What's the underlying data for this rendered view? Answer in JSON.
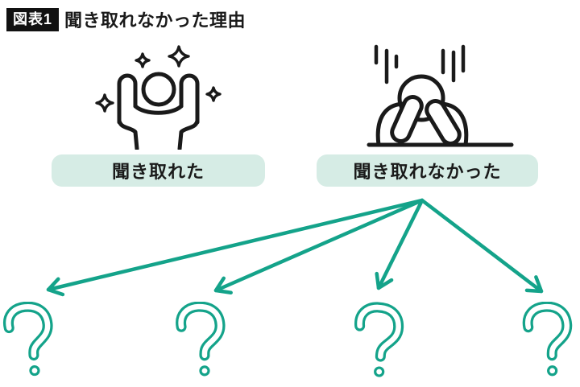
{
  "figure": {
    "badge_label": "図表1",
    "title": "聞き取れなかった理由"
  },
  "branches": {
    "heard": {
      "label": "聞き取れた",
      "icon": "cheering-person-sparkles-icon"
    },
    "not_heard": {
      "label": "聞き取れなかった",
      "icon": "person-head-in-hands-icon"
    }
  },
  "arrows": {
    "count": 4,
    "from": "聞き取れなかった",
    "to": "question-marks"
  },
  "question_marks": {
    "count": 4,
    "glyph": "?"
  },
  "colors": {
    "accent_teal": "#14A38A",
    "pill_background": "#D6ECE5",
    "ink": "#1A1A1A",
    "badge_background": "#111111",
    "badge_text": "#FFFFFF"
  }
}
